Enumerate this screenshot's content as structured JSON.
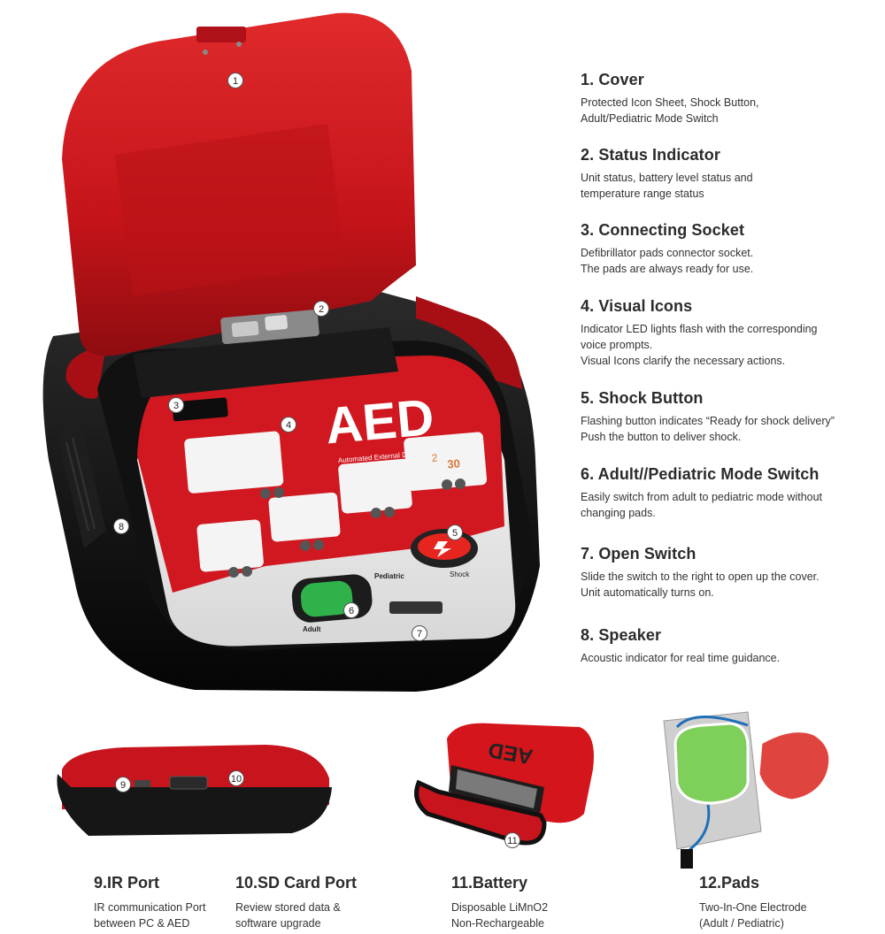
{
  "features": [
    {
      "title": "1. Cover",
      "desc": [
        "Protected Icon Sheet, Shock Button,",
        "Adult/Pediatric Mode Switch"
      ]
    },
    {
      "title": "2. Status Indicator",
      "desc": [
        "Unit status, battery level status and",
        "temperature range status"
      ]
    },
    {
      "title": "3. Connecting  Socket",
      "desc": [
        "Defibrillator pads connector socket.",
        "The pads are always ready for use."
      ]
    },
    {
      "title": "4. Visual Icons",
      "desc": [
        "Indicator LED lights flash with the corresponding",
        "voice prompts.",
        "Visual Icons clarify the necessary actions."
      ]
    },
    {
      "title": "5. Shock Button",
      "desc": [
        "Flashing button indicates “Ready for shock delivery”",
        "Push the button to deliver shock."
      ]
    },
    {
      "title": "6. Adult//Pediatric Mode Switch",
      "desc": [
        "Easily switch from adult to pediatric mode without",
        "changing pads."
      ]
    },
    {
      "title": "7. Open Switch",
      "desc": [
        "Slide the switch to the right to open up the cover.",
        "Unit automatically turns on."
      ]
    },
    {
      "title": "8. Speaker",
      "desc": [
        "Acoustic indicator for real time guidance."
      ]
    }
  ],
  "bottom": [
    {
      "title": "9.IR Port",
      "desc": [
        "IR communication Port",
        "between PC & AED"
      ]
    },
    {
      "title": "10.SD Card Port",
      "desc": [
        "Review stored data &",
        "software upgrade"
      ]
    },
    {
      "title": "11.Battery",
      "desc": [
        "Disposable LiMnO2",
        "Non-Rechargeable"
      ]
    },
    {
      "title": "12.Pads",
      "desc": [
        "Two-In-One Electrode",
        "(Adult / Pediatric)"
      ]
    }
  ],
  "device": {
    "brand": "AED",
    "subtitle": "Automated External Defibrillator",
    "shock_label": "Shock",
    "adult_label": "Adult",
    "pediatric_label": "Pediatric",
    "step_number": "30",
    "step_number_2": "2",
    "battery_brand": "AED"
  },
  "callouts": [
    "1",
    "2",
    "3",
    "4",
    "5",
    "6",
    "7",
    "8",
    "9",
    "10",
    "11"
  ],
  "colors": {
    "device_red": "#c8141c",
    "device_black": "#151515",
    "panel_red": "#d11820",
    "shock_green": "#2fb24a",
    "pad_green": "#7fcf5b",
    "pad_red": "#e0443f"
  }
}
